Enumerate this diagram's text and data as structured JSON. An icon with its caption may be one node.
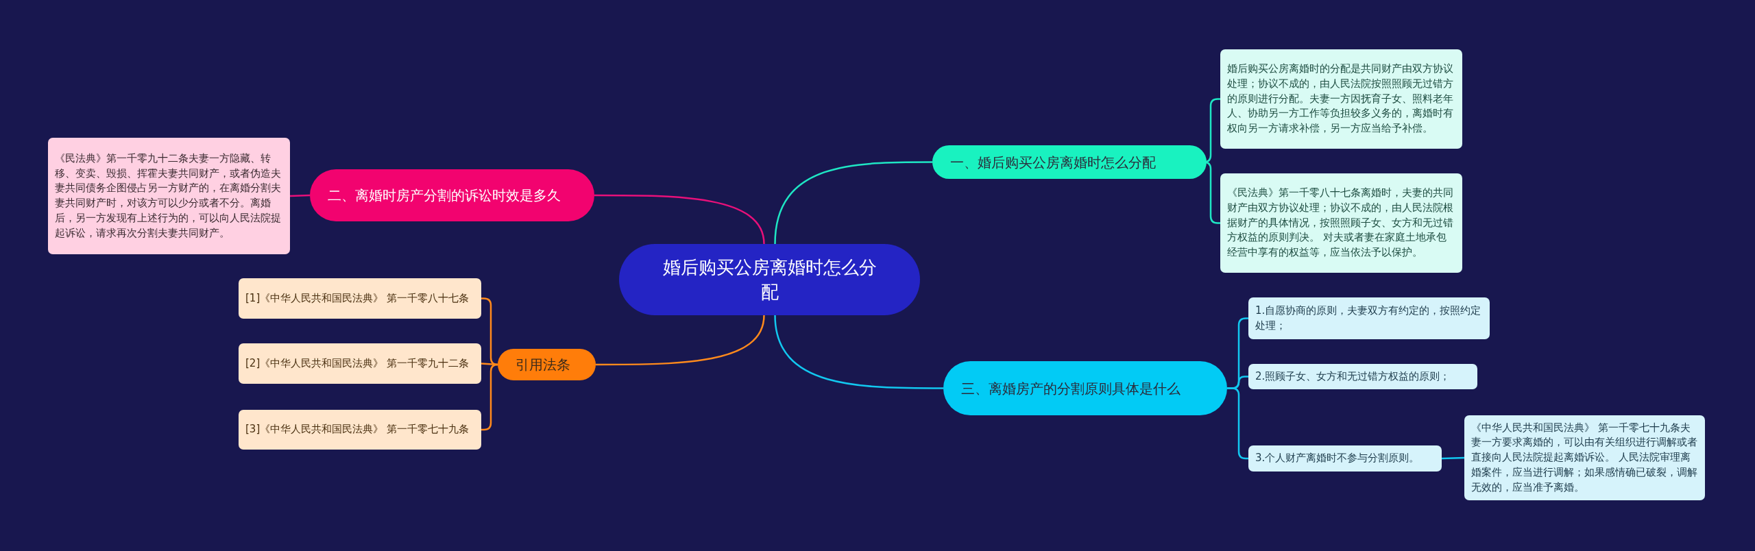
{
  "diagram": {
    "nodes": [
      {
        "text": [
          "婚后购买公房离婚时怎么分配"
        ]
      },
      {
        "text": [
          "一、婚后购买公房离婚时怎么分配"
        ]
      },
      {
        "text": [
          "婚后购买公房离婚时的分配是共同财产由双方协议处理；协议不成的，由人民法院按照照顾无过错方的原则进行分配。夫妻一方因抚育子女、照料老年人、协助另一方工作等负担较多义务的，离婚时有权向另一方请求补偿，另一方应当给予补偿。"
        ]
      },
      {
        "text": [
          "《民法典》第一千零八十七条离婚时，夫妻的共同财产由双方协议处理；协议不成的，由人民法院根据财产的具体情况，按照照顾子女、女方和无过错方权益的原则判决。 对夫或者妻在家庭土地承包经营中享有的权益等，应当依法予以保护。"
        ]
      },
      {
        "text": [
          "二、离婚时房产分割的诉讼时效是多久"
        ]
      },
      {
        "text": [
          "《民法典》第一千零九十二条夫妻一方隐藏、转移、变卖、毁损、挥霍夫妻共同财产，或者伪造夫妻共同债务企图侵占另一方财产的，在离婚分割夫妻共同财产时，对该方可以少分或者不分。离婚后，另一方发现有上述行为的，可以向人民法院提起诉讼，请求再次分割夫妻共同财产。"
        ]
      },
      {
        "text": [
          "引用法条"
        ]
      },
      {
        "text": [
          "[1]《中华人民共和国民法典》 第一千零八十七条"
        ]
      },
      {
        "text": [
          "[2]《中华人民共和国民法典》 第一千零九十二条"
        ]
      },
      {
        "text": [
          "[3]《中华人民共和国民法典》 第一千零七十九条"
        ]
      },
      {
        "text": [
          "三、离婚房产的分割原则具体是什么"
        ]
      },
      {
        "text": [
          "1.自愿协商的原则，夫妻双方有约定的，按照约定处理；"
        ]
      },
      {
        "text": [
          "2.照顾子女、女方和无过错方权益的原则；"
        ]
      },
      {
        "text": [
          "3.个人财产离婚时不参与分割原则。"
        ]
      },
      {
        "text": [
          "《中华人民共和国民法典》 第一千零七十九条夫妻一方要求离婚的，可以由有关组织进行调解或者直接向人民法院提起离婚诉讼。 人民法院审理离婚案件，应当进行调解；如果感情确已破裂，调解无效的，应当准予离婚。"
        ]
      }
    ],
    "edges": [
      {
        "from": 0,
        "to": 1,
        "arrow": "none",
        "color": "#1fe6c4"
      },
      {
        "from": 1,
        "to": 2,
        "arrow": "none",
        "color": "#1fe6c4"
      },
      {
        "from": 1,
        "to": 3,
        "arrow": "none",
        "color": "#1fe6c4"
      },
      {
        "from": 0,
        "to": 4,
        "arrow": "none",
        "color": "#e8107a"
      },
      {
        "from": 4,
        "to": 5,
        "arrow": "none",
        "color": "#e8107a"
      },
      {
        "from": 0,
        "to": 6,
        "arrow": "none",
        "color": "#ff8a1c"
      },
      {
        "from": 6,
        "to": 7,
        "arrow": "none",
        "color": "#ff8a1c"
      },
      {
        "from": 6,
        "to": 8,
        "arrow": "none",
        "color": "#ff8a1c"
      },
      {
        "from": 6,
        "to": 9,
        "arrow": "none",
        "color": "#ff8a1c"
      },
      {
        "from": 0,
        "to": 10,
        "arrow": "none",
        "color": "#12c8f0"
      },
      {
        "from": 10,
        "to": 11,
        "arrow": "none",
        "color": "#12c8f0"
      },
      {
        "from": 10,
        "to": 12,
        "arrow": "none",
        "color": "#12c8f0"
      },
      {
        "from": 10,
        "to": 13,
        "arrow": "none",
        "color": "#12c8f0"
      },
      {
        "from": 13,
        "to": 14,
        "arrow": "none",
        "color": "#12c8f0"
      }
    ]
  }
}
